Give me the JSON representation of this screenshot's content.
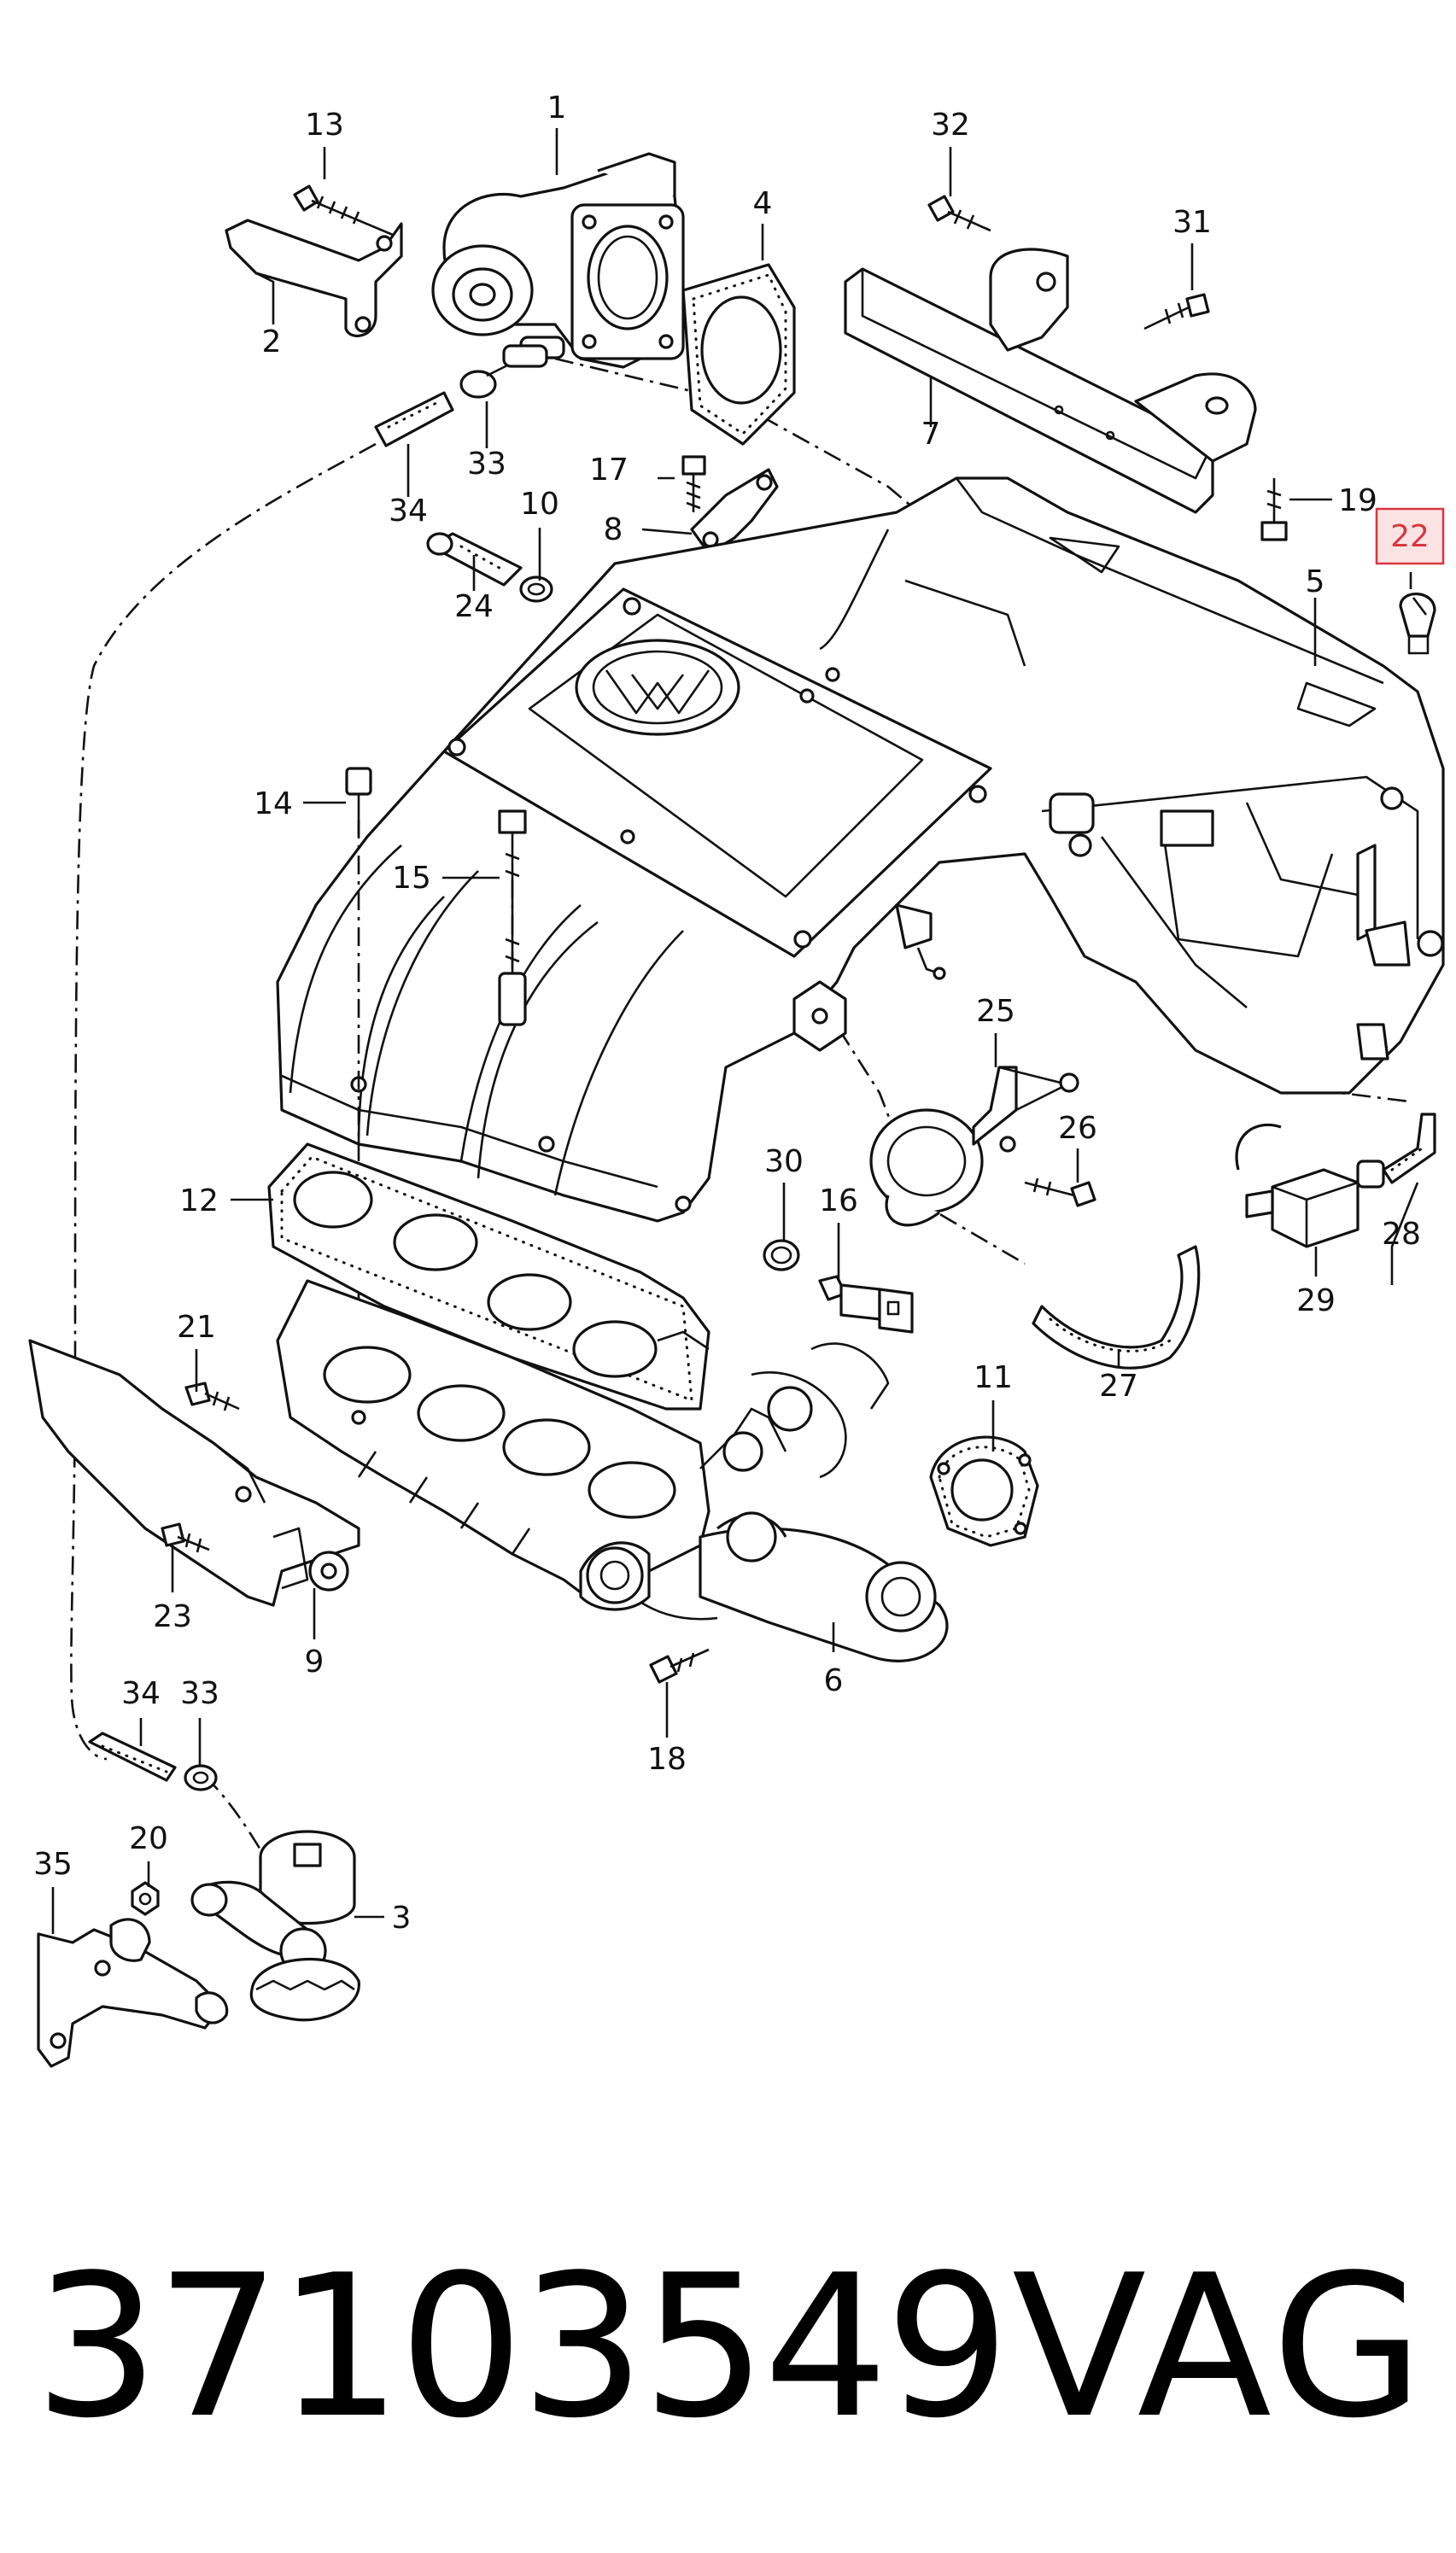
{
  "part_number": "37103549",
  "brand": "VAG",
  "highlight_color": "#d9363e",
  "callouts": {
    "c1": "1",
    "c2": "2",
    "c3": "3",
    "c4": "4",
    "c5": "5",
    "c6": "6",
    "c7": "7",
    "c8": "8",
    "c9": "9",
    "c10": "10",
    "c11": "11",
    "c12": "12",
    "c13": "13",
    "c14": "14",
    "c15": "15",
    "c16": "16",
    "c17": "17",
    "c18": "18",
    "c19": "19",
    "c20": "20",
    "c21": "21",
    "c22": "22",
    "c23": "23",
    "c24": "24",
    "c25": "25",
    "c26": "26",
    "c27": "27",
    "c28": "28",
    "c29": "29",
    "c30": "30",
    "c31": "31",
    "c32": "32",
    "c33a": "33",
    "c33b": "33",
    "c34a": "34",
    "c34b": "34",
    "c35": "35"
  },
  "highlighted_callout": "22"
}
